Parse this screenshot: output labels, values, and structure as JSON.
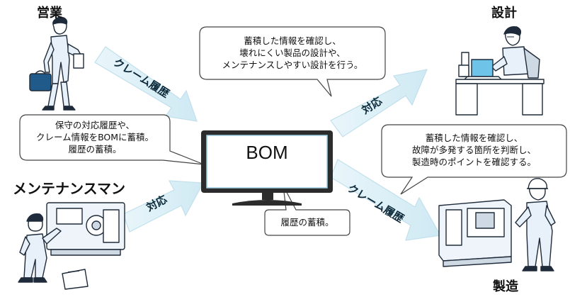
{
  "roles": {
    "sales": "営業",
    "design": "設計",
    "maintenance": "メンテナンスマン",
    "manufacturing": "製造"
  },
  "center": {
    "label": "BOM"
  },
  "bubbles": {
    "design_note": [
      "蓄積した情報を確認し、",
      "壊れにくい製品の設計や、",
      "メンテナンスしやすい設計を行う。"
    ],
    "maintenance_note": [
      "保守の対応履歴や、",
      "クレーム情報をBOMに蓄積。",
      "履歴の蓄積。"
    ],
    "manufacturing_note": [
      "蓄積した情報を確認し、",
      "故障が多発する箇所を判断し、",
      "製造時のポイントを確認する。"
    ],
    "bom_note": "履歴の蓄積。"
  },
  "arrows": {
    "sales_to_bom": "クレーム履歴",
    "bom_to_design": "対応",
    "maintenance_to_bom": "対応",
    "bom_to_manufacturing": "クレーム履歴"
  },
  "colors": {
    "arrow": "#dbeef6",
    "arrow_stroke": "#c2e0ec",
    "figure_fill": "#e8f1f9",
    "figure_line": "#1f2b3a",
    "monitor_body": "#2c2c2c",
    "monitor_screen_edge": "#9ccfe6"
  },
  "icons": [
    "salesman-figure",
    "designer-at-desk-figure",
    "maintenance-worker-figure",
    "factory-worker-with-machine-figure",
    "monitor-icon"
  ]
}
